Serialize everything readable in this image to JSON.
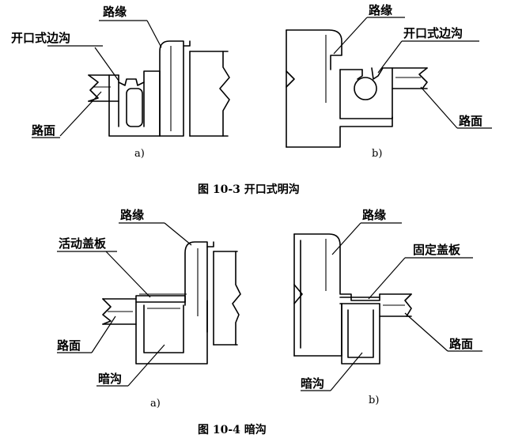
{
  "figure_10_3": {
    "caption": "图 10-3    开口式明沟",
    "panel_a": {
      "label_curb": "路缘",
      "label_drain": "开口式边沟",
      "label_pavement": "路面",
      "sublabel": "a)"
    },
    "panel_b": {
      "label_curb": "路缘",
      "label_drain": "开口式边沟",
      "label_pavement": "路面",
      "sublabel": "b)"
    }
  },
  "figure_10_4": {
    "caption": "图 10-4    暗沟",
    "panel_a": {
      "label_curb": "路缘",
      "label_cover": "活动盖板",
      "label_pavement": "路面",
      "label_drain": "暗沟",
      "sublabel": "a)"
    },
    "panel_b": {
      "label_curb": "路缘",
      "label_cover": "固定盖板",
      "label_pavement": "路面",
      "label_drain": "暗沟",
      "sublabel": "b)"
    }
  }
}
